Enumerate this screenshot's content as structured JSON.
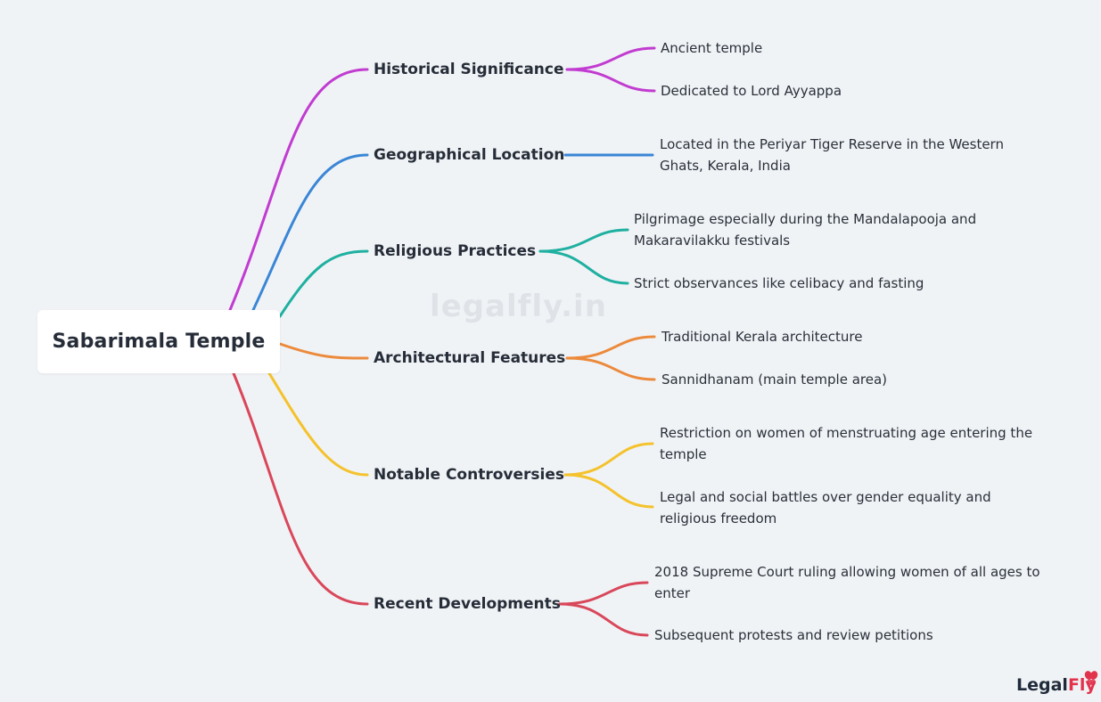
{
  "root": {
    "label": "Sabarimala Temple"
  },
  "watermark": "legalfly.in",
  "logo": {
    "text_a": "Legal",
    "text_b": "Fly"
  },
  "colors": {
    "historical": "#c13cd0",
    "geographical": "#3a86d6",
    "religious": "#1fb0a0",
    "architectural": "#ec8a3c",
    "controversies": "#f4c22c",
    "recent": "#d9475a"
  },
  "branches": [
    {
      "id": "historical",
      "label": "Historical Significance",
      "leaves": [
        "Ancient temple",
        "Dedicated to Lord Ayyappa"
      ]
    },
    {
      "id": "geographical",
      "label": "Geographical Location",
      "leaves": [
        "Located in the Periyar Tiger Reserve in the Western Ghats, Kerala, India"
      ]
    },
    {
      "id": "religious",
      "label": "Religious Practices",
      "leaves": [
        "Pilgrimage especially during the Mandalapooja and Makaravilakku festivals",
        "Strict observances like celibacy and fasting"
      ]
    },
    {
      "id": "architectural",
      "label": "Architectural Features",
      "leaves": [
        "Traditional Kerala architecture",
        "Sannidhanam (main temple area)"
      ]
    },
    {
      "id": "controversies",
      "label": "Notable Controversies",
      "leaves": [
        "Restriction on women of menstruating age entering the temple",
        "Legal and social battles over gender equality and religious freedom"
      ]
    },
    {
      "id": "recent",
      "label": "Recent Developments",
      "leaves": [
        "2018 Supreme Court ruling allowing women of all ages to enter",
        "Subsequent protests and review petitions"
      ]
    }
  ]
}
